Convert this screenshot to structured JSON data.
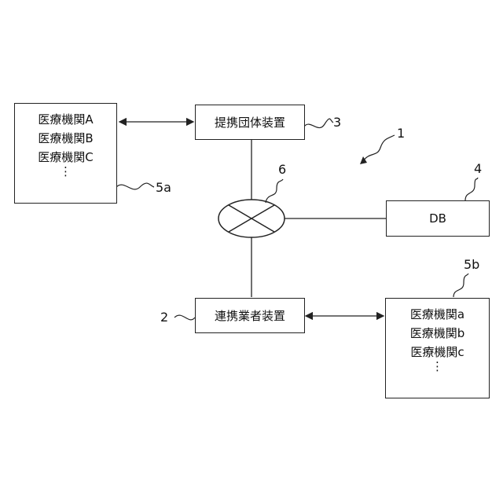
{
  "nodes": {
    "institutions_a": {
      "items": [
        "医療機関A",
        "医療機関B",
        "医療機関C"
      ],
      "ellipsis": "⋮",
      "ref": "5a"
    },
    "partner_device": {
      "label": "提携団体装置",
      "ref": "3"
    },
    "network": {
      "ref": "6"
    },
    "db": {
      "label": "DB",
      "ref": "4"
    },
    "cooperator_device": {
      "label": "連携業者装置",
      "ref": "2"
    },
    "institutions_b": {
      "items": [
        "医療機関a",
        "医療機関b",
        "医療機関c"
      ],
      "ellipsis": "⋮",
      "ref": "5b"
    },
    "system": {
      "ref": "1"
    }
  }
}
